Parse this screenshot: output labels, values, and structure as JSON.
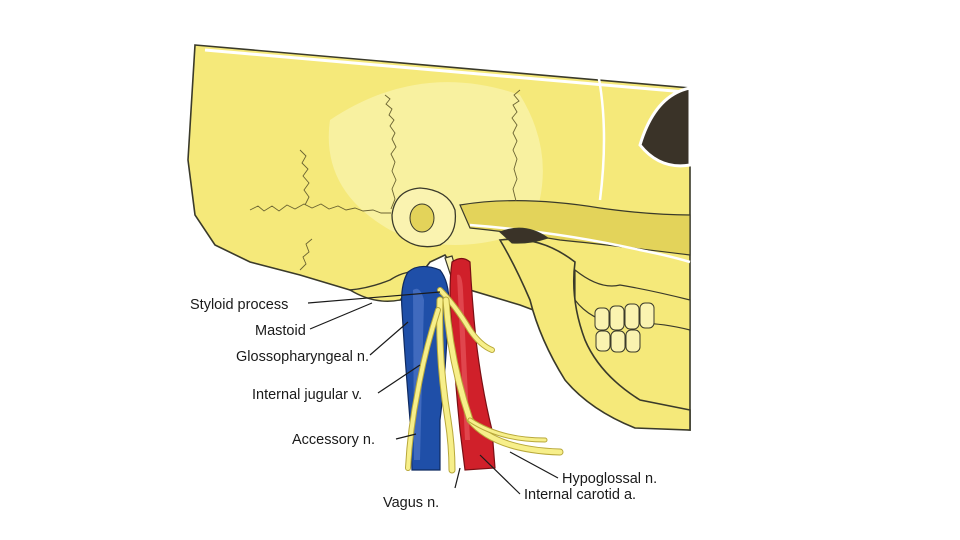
{
  "labels": {
    "styloid_process": "Styloid process",
    "mastoid": "Mastoid",
    "glossopharyngeal": "Glossopharyngeal n.",
    "internal_jugular": "Internal jugular v.",
    "accessory": "Accessory n.",
    "vagus": "Vagus n.",
    "hypoglossal": "Hypoglossal n.",
    "internal_carotid": "Internal carotid a."
  },
  "colors": {
    "bone": "#f5e97a",
    "bone_light": "#faf3b0",
    "bone_shadow": "#e3d35a",
    "vein": "#1f4fa8",
    "artery": "#d0202a",
    "nerve": "#f7ef8a",
    "nerve_edge": "#b8a83a"
  }
}
